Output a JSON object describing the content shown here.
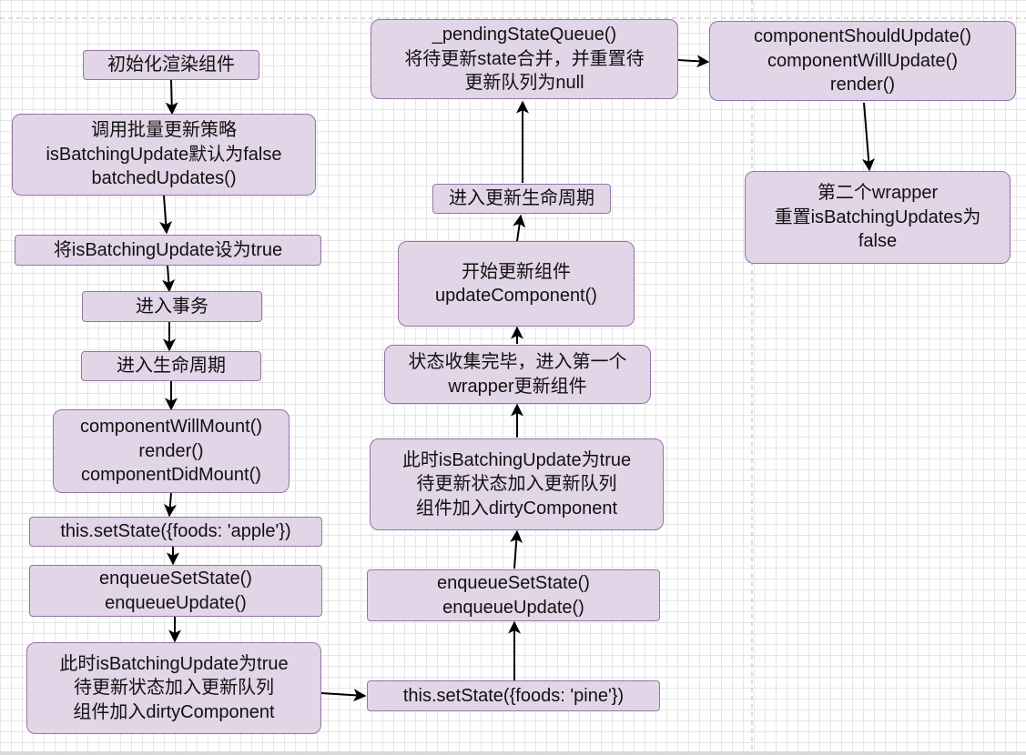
{
  "diagram": {
    "nodes": {
      "n_init": "初始化渲染组件",
      "n_batch": "调用批量更新策略\nisBatchingUpdate默认为false\nbatchedUpdates()",
      "n_settrue": "将isBatchingUpdate设为true",
      "n_tx": "进入事务",
      "n_life": "进入生命周期",
      "n_mount": "componentWillMount()\nrender()\ncomponentDidMount()",
      "n_set1": "this.setState({foods: 'apple'})",
      "n_enq1": "enqueueSetState()\nenqueueUpdate()",
      "n_dirty1": "此时isBatchingUpdate为true\n待更新状态加入更新队列\n组件加入dirtyComponent",
      "n_set2": "this.setState({foods: 'pine'})",
      "n_enq2": "enqueueSetState()\nenqueueUpdate()",
      "n_dirty2": "此时isBatchingUpdate为true\n待更新状态加入更新队列\n组件加入dirtyComponent",
      "n_collect": "状态收集完毕，进入第一个\nwrapper更新组件",
      "n_update": "开始更新组件\nupdateComponent()",
      "n_life2": "进入更新生命周期",
      "n_pending": "_pendingStateQueue()\n将待更新state合并，并重置待\n更新队列为null",
      "n_should": "componentShouldUpdate()\ncomponentWillUpdate()\nrender()",
      "n_wrap2": "第二个wrapper\n重置isBatchingUpdates为\nfalse"
    },
    "colors": {
      "node_fill": "#e1d5e7",
      "node_border": "#9673a6",
      "edge": "#000000"
    }
  }
}
